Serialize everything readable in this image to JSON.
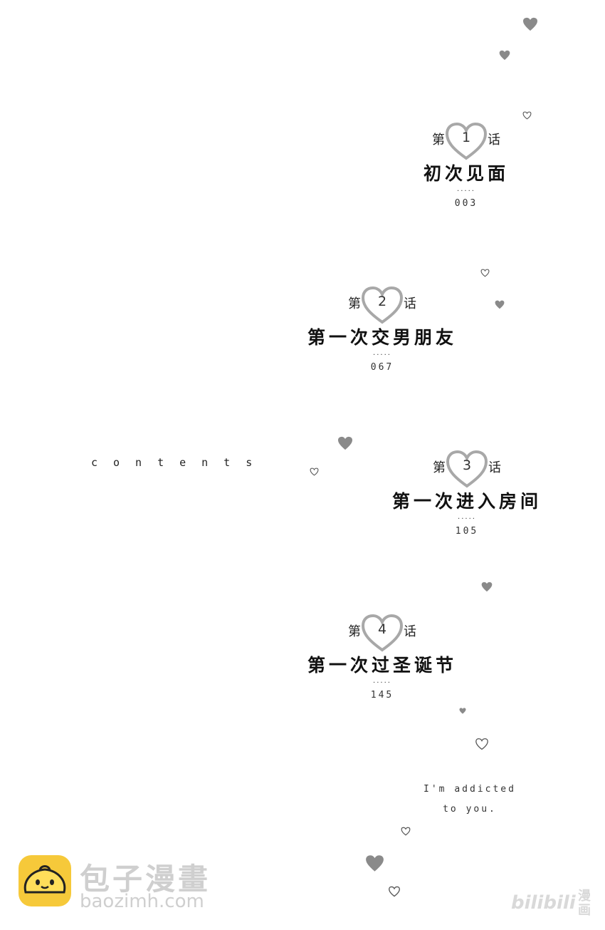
{
  "contents_label": "contents",
  "chapters": [
    {
      "prefix": "第",
      "number": "1",
      "suffix": "话",
      "title": "初次见面",
      "dots": "·····",
      "page": "003"
    },
    {
      "prefix": "第",
      "number": "2",
      "suffix": "话",
      "title": "第一次交男朋友",
      "dots": "·····",
      "page": "067"
    },
    {
      "prefix": "第",
      "number": "3",
      "suffix": "话",
      "title": "第一次进入房间",
      "dots": "·····",
      "page": "105"
    },
    {
      "prefix": "第",
      "number": "4",
      "suffix": "话",
      "title": "第一次过圣诞节",
      "dots": "·····",
      "page": "145"
    }
  ],
  "tagline": {
    "line1": "I'm addicted",
    "line2": "to you."
  },
  "watermark": {
    "site_name": "包子漫畫",
    "site_url": "baozimh.com",
    "bili_text": "bilibili",
    "bili_cn": "漫画"
  },
  "colors": {
    "heart_fill": "#8a8a8a",
    "heart_outline": "#9a9a9a",
    "logo_yellow": "#f6c93a"
  }
}
